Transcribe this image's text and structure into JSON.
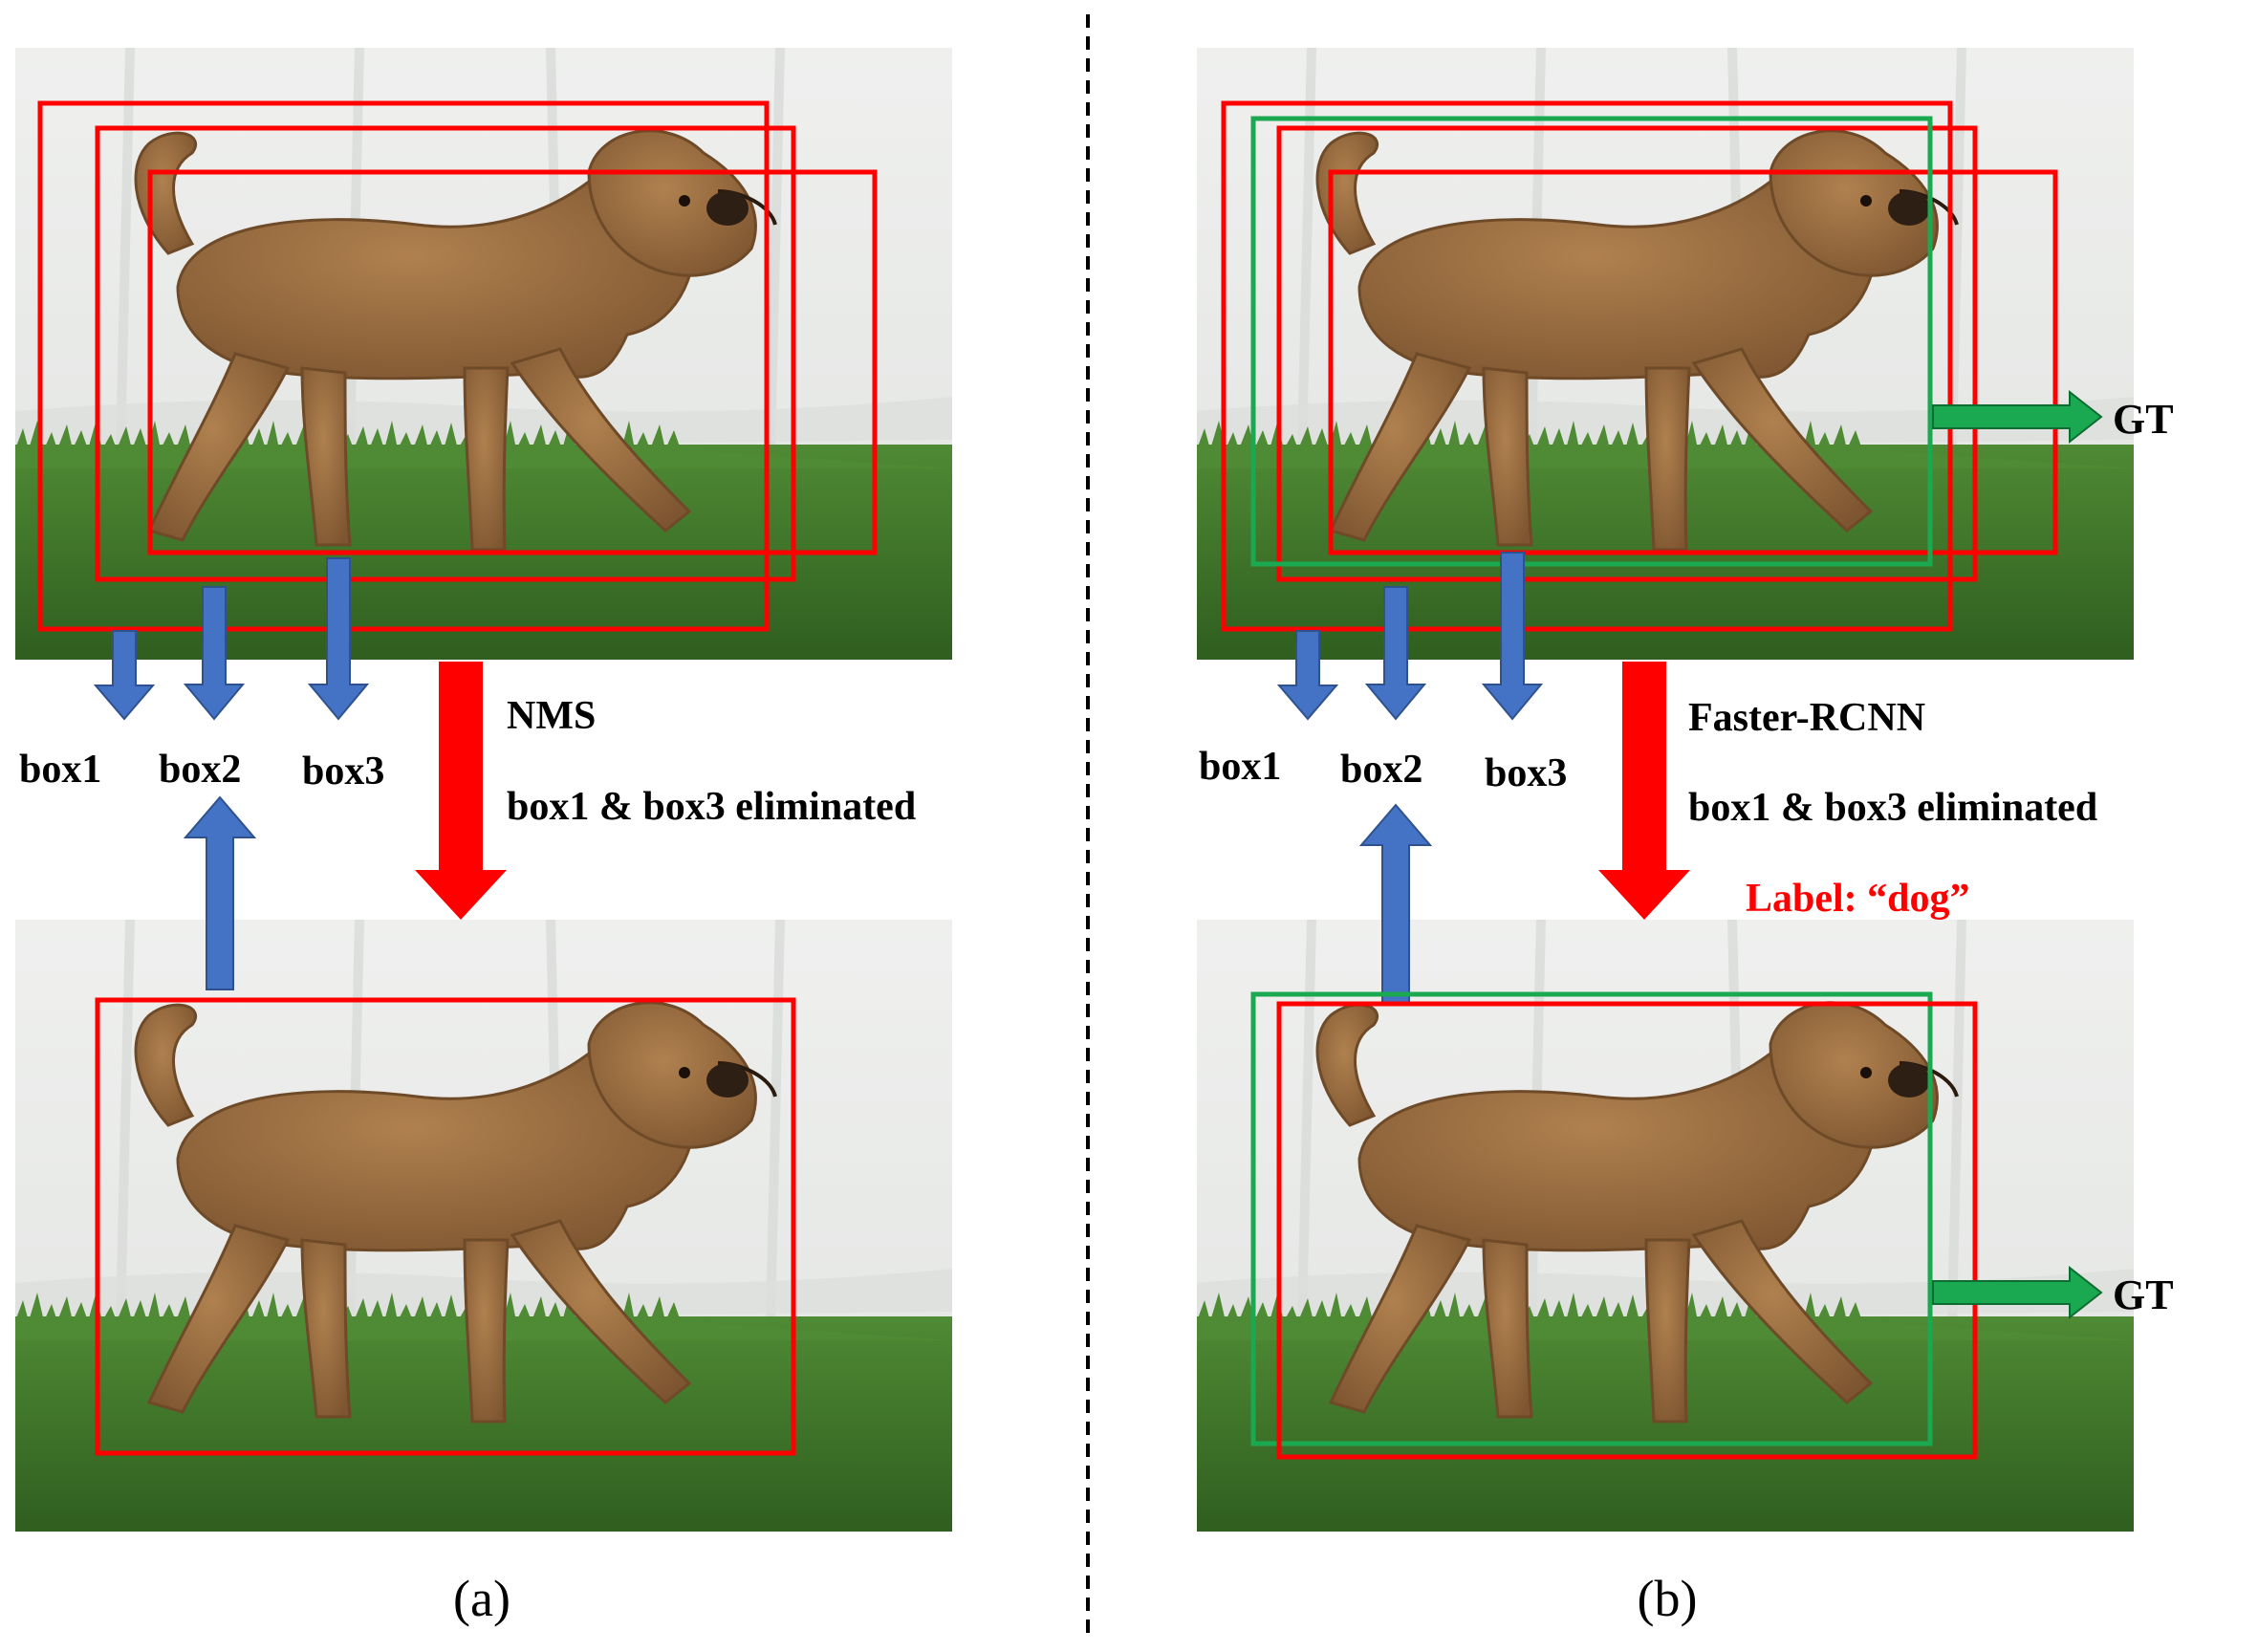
{
  "colors": {
    "candidate_box": "#ff0000",
    "gt_box": "#1aa850",
    "pointer_arrow": "#4472c4",
    "process_arrow": "#ff0000",
    "gt_arrow": "#1aa850",
    "label_text": "#ff0000",
    "divider": "#000000",
    "wall": "#e9eae8",
    "grass": "#3b7026",
    "dog": "#9c6d3f"
  },
  "icons": {
    "photo": "dog-on-grass-photo",
    "pointer": "block-arrow",
    "process": "thick-down-arrow",
    "gt_pointer": "right-block-arrow"
  },
  "panel_a": {
    "box_labels": [
      "box1",
      "box2",
      "box3"
    ],
    "method": "NMS",
    "result": "box1 & box3 eliminated",
    "caption": "(a)"
  },
  "panel_b": {
    "box_labels": [
      "box1",
      "box2",
      "box3"
    ],
    "method": "Faster-RCNN",
    "result": "box1 & box3 eliminated",
    "class_label": "Label: “dog”",
    "gt_label_top": "GT",
    "gt_label_bottom": "GT",
    "caption": "(b)"
  }
}
